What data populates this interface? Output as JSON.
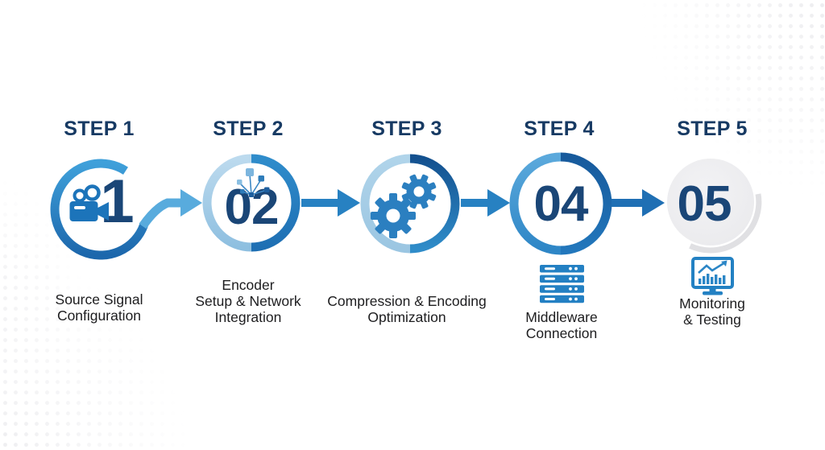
{
  "diagram_title": "5-step process infographic",
  "steps": [
    {
      "header": "STEP 1",
      "number": "1",
      "caption": "Source Signal\nConfiguration",
      "icon": "video-camera-icon"
    },
    {
      "header": "STEP 2",
      "number": "02",
      "caption": "Encoder\nSetup & Network\nIntegration",
      "icon": "network-nodes-icon"
    },
    {
      "header": "STEP 3",
      "number": "",
      "caption": "Compression & Encoding\nOptimization",
      "icon": "gears-icon"
    },
    {
      "header": "STEP 4",
      "number": "04",
      "caption": "Middleware\nConnection",
      "icon": "server-stack-icon"
    },
    {
      "header": "STEP 5",
      "number": "05",
      "caption": "Monitoring\n& Testing",
      "icon": "monitor-chart-icon"
    }
  ],
  "colors": {
    "header_navy": "#173a63",
    "number_navy": "#1a4677",
    "medium_blue": "#2781c2",
    "light_arrow_blue": "#58abdd",
    "dark_arrow_blue": "#1f6fb4",
    "ring_light_blue": "#9dc8e5",
    "ring_dark_blue": "#14518f",
    "gray_circle": "#efeff1",
    "caption_black": "#1d1d1f"
  }
}
